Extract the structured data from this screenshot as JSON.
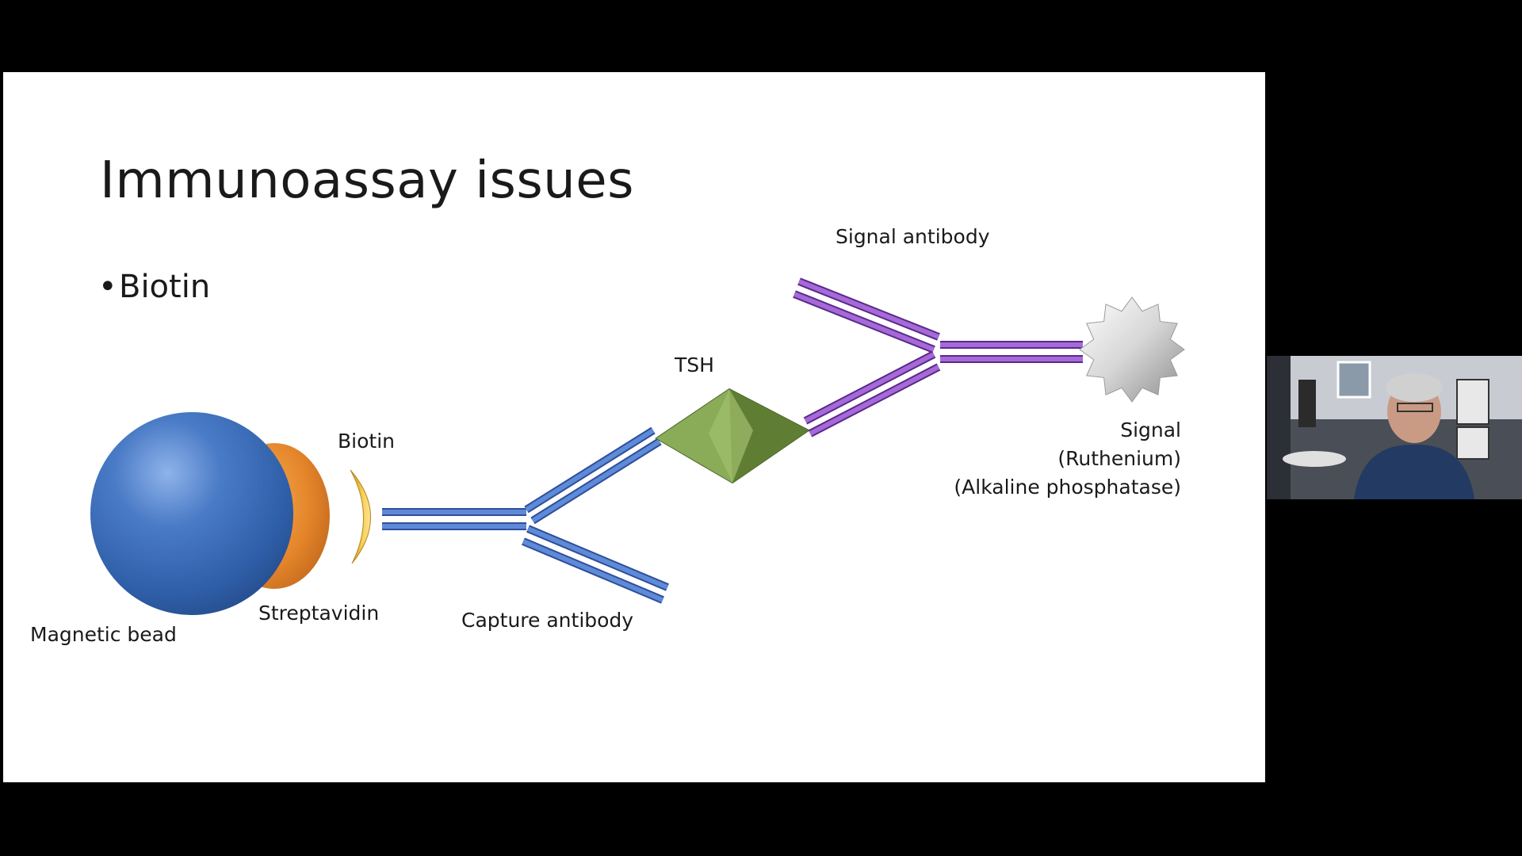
{
  "slide": {
    "title": "Immunoassay issues",
    "bullet": "Biotin"
  },
  "labels": {
    "magnetic_bead": "Magnetic bead",
    "streptavidin": "Streptavidin",
    "biotin": "Biotin",
    "capture_antibody": "Capture antibody",
    "tsh": "TSH",
    "signal_antibody": "Signal antibody",
    "signal": "Signal",
    "ruthenium": "(Ruthenium)",
    "alkaline_phosphatase": "(Alkaline phosphatase)"
  },
  "colors": {
    "bead": "#3e6db5",
    "streptavidin": "#e8892a",
    "biotin": "#f0c040",
    "capture_antibody": "#4a78c8",
    "tsh": "#7a9a4a",
    "signal_antibody": "#8a4cc0",
    "signal": "#d0d0d0"
  }
}
